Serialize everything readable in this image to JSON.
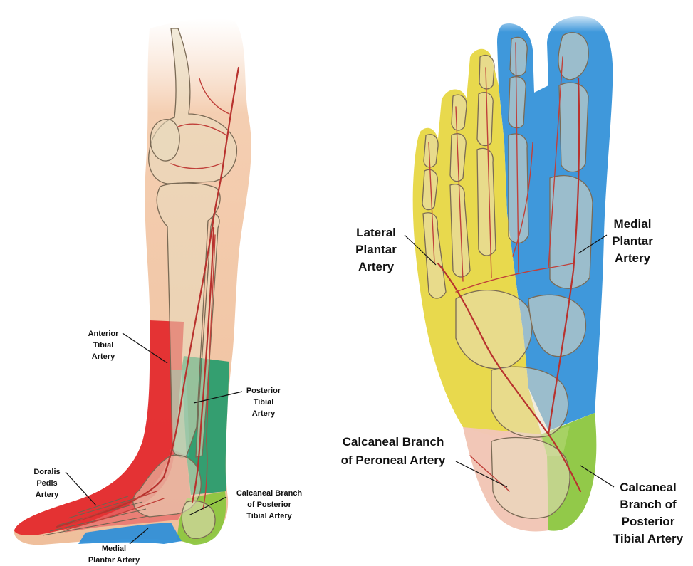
{
  "left_figure": {
    "labels": [
      {
        "id": "anterior_tibial",
        "lines": [
          "Anterior",
          "Tibial",
          "Artery"
        ]
      },
      {
        "id": "posterior_tibial",
        "lines": [
          "Posterior",
          "Tibial",
          "Artery"
        ]
      },
      {
        "id": "doralis_pedis",
        "lines": [
          "Doralis",
          "Pedis",
          "Artery"
        ]
      },
      {
        "id": "calcaneal_posterior_tibial",
        "lines": [
          "Calcaneal Branch",
          "of Posterior",
          "Tibial Artery"
        ]
      },
      {
        "id": "medial_plantar",
        "lines": [
          "Medial",
          "Plantar Artery"
        ]
      }
    ]
  },
  "right_figure": {
    "labels": [
      {
        "id": "lateral_plantar",
        "lines": [
          "Lateral",
          "Plantar",
          "Artery"
        ]
      },
      {
        "id": "medial_plantar",
        "lines": [
          "Medial",
          "Plantar",
          "Artery"
        ]
      },
      {
        "id": "calcaneal_peroneal",
        "lines": [
          "Calcaneal Branch",
          "of Peroneal Artery"
        ]
      },
      {
        "id": "calcaneal_posterior_tibial",
        "lines": [
          "Calcaneal",
          "Branch of",
          "Posterior",
          "Tibial Artery"
        ]
      }
    ]
  },
  "colors": {
    "anterior_tibial": "#e3262a",
    "posterior_tibial": "#1f9a6a",
    "calcaneal": "#8cc63f",
    "medial_plantar": "#2f8fd8",
    "lateral_plantar": "#e6d53a",
    "peroneal": "#f2c6b6",
    "skin": "#f3c9a9",
    "vessel": "#b8322e"
  }
}
